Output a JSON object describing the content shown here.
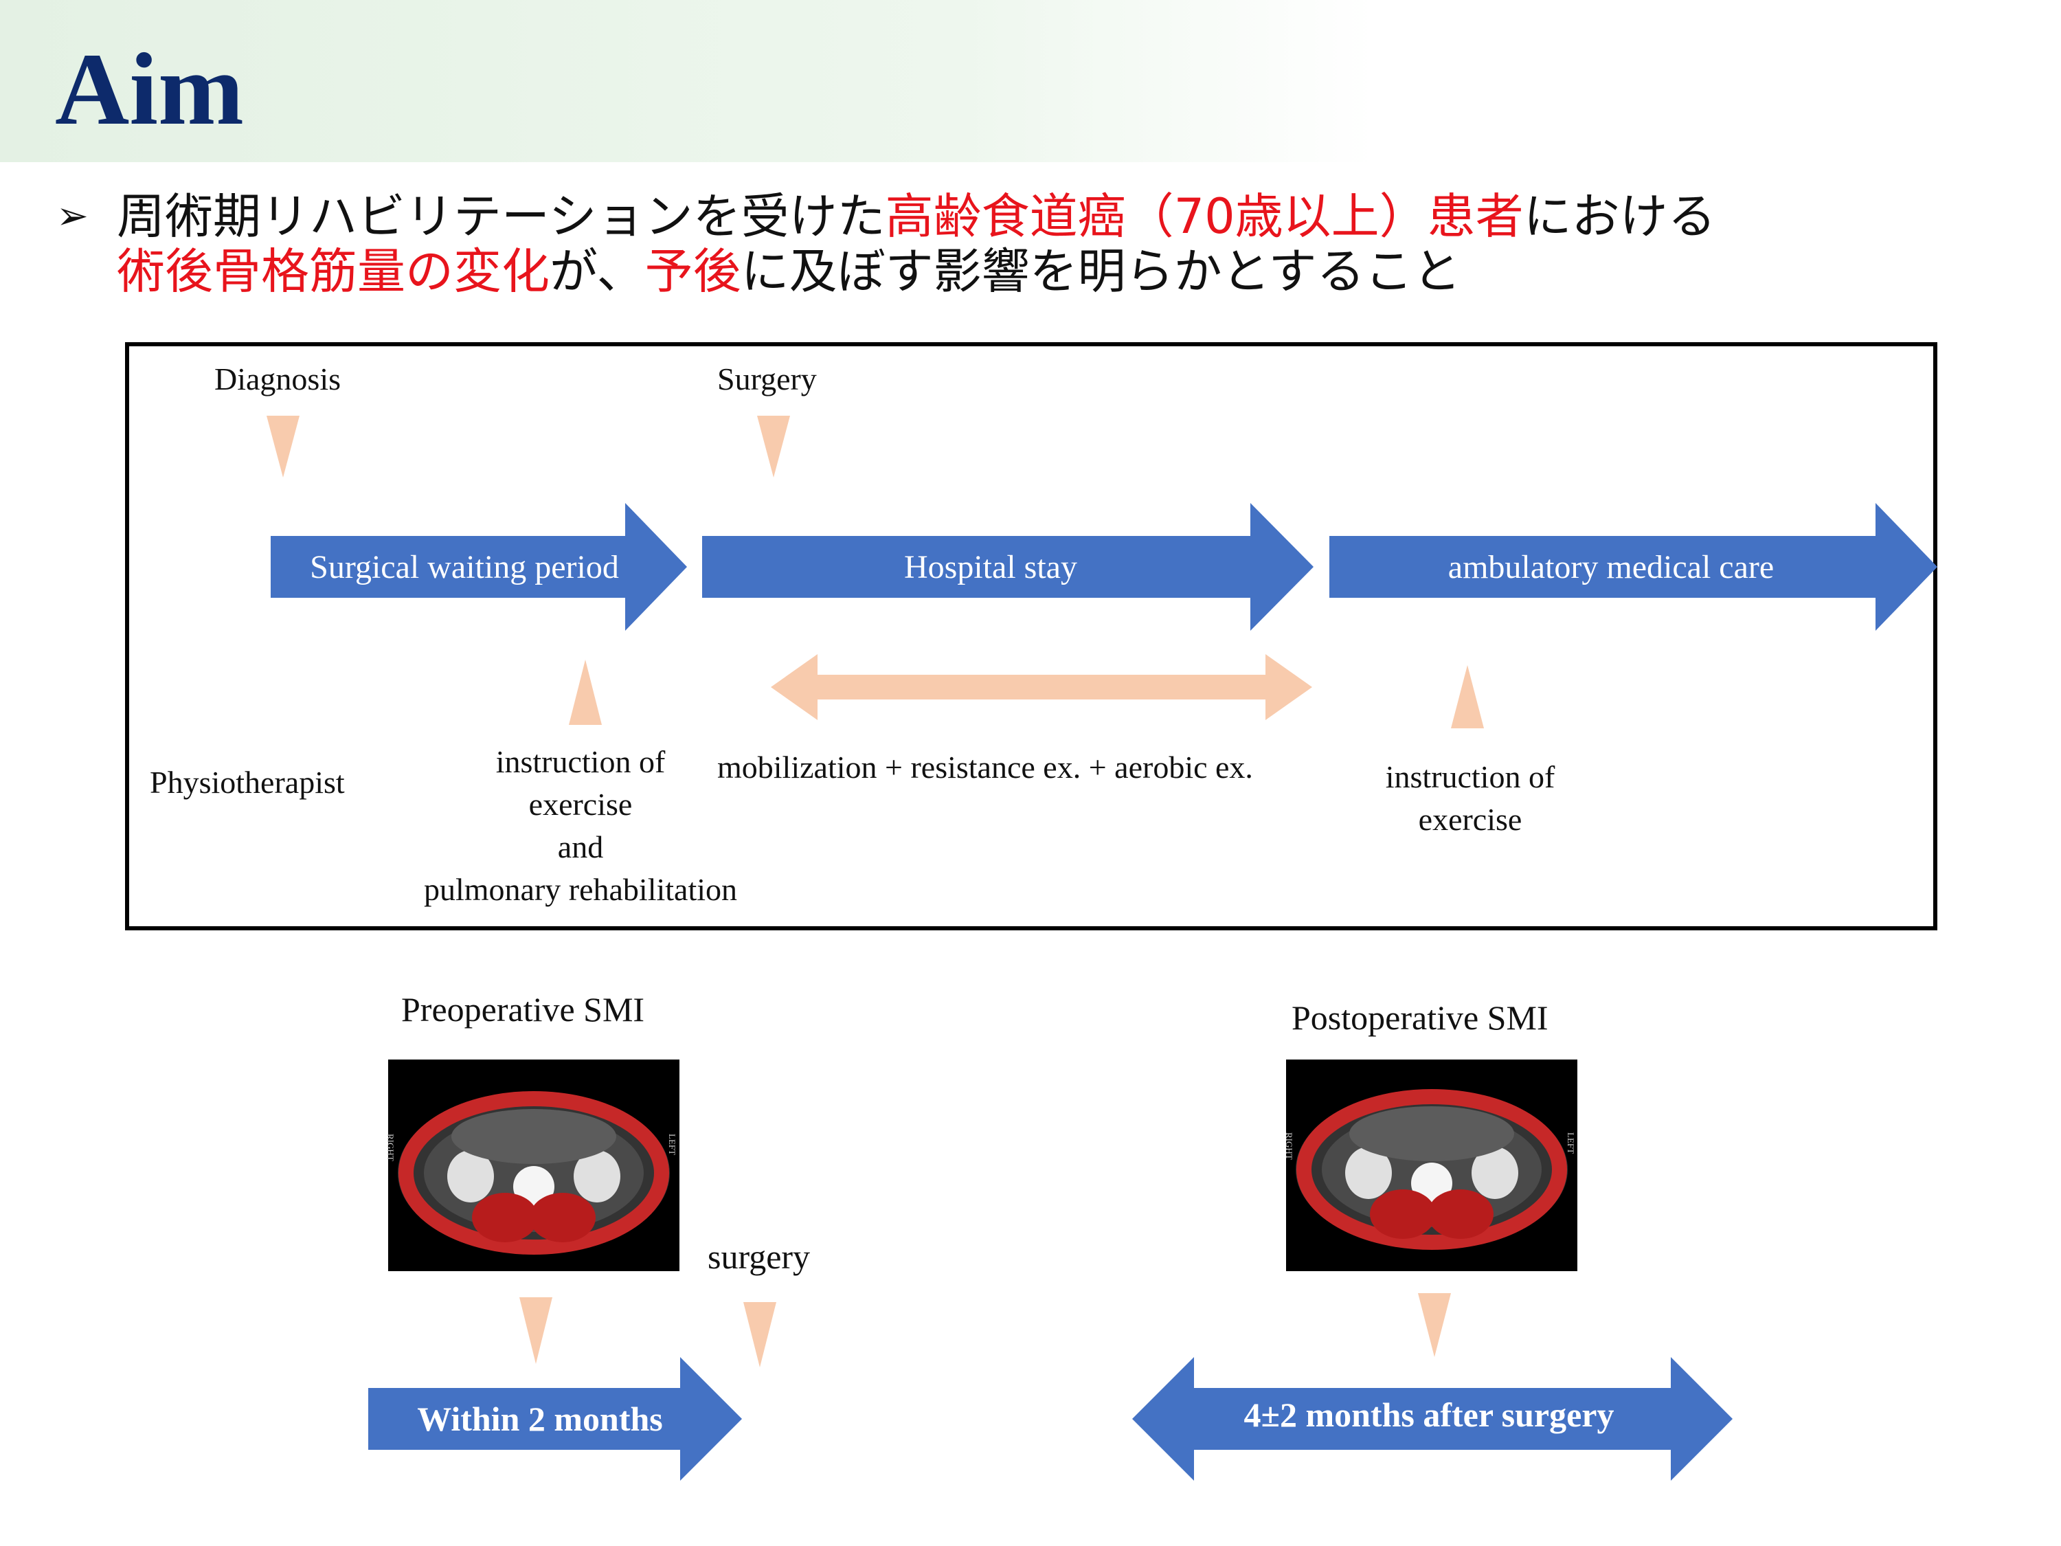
{
  "slide": {
    "title": "Aim",
    "bullet_line1": [
      {
        "text": "周術期リハビリテーションを受けた",
        "highlight": false
      },
      {
        "text": "高齢食道癌（70歳以上）患者",
        "highlight": true
      },
      {
        "text": "における",
        "highlight": false
      }
    ],
    "bullet_line2": [
      {
        "text": "術後骨格筋量の変化",
        "highlight": true
      },
      {
        "text": "が、",
        "highlight": false
      },
      {
        "text": "予後",
        "highlight": true
      },
      {
        "text": "に及ぼす影響を明らかとすること",
        "highlight": false
      }
    ]
  },
  "timeline": {
    "diagnosis_label": "Diagnosis",
    "surgery_label": "Surgery",
    "phases": [
      "Surgical waiting period",
      "Hospital stay",
      "ambulatory medical care"
    ],
    "physiotherapist_label": "Physiotherapist",
    "preop_instruction": [
      "instruction of",
      "exercise",
      "and",
      "pulmonary rehabilitation"
    ],
    "inpatient_program": "mobilization + resistance ex. + aerobic ex.",
    "postop_instruction": [
      "instruction of",
      "exercise"
    ]
  },
  "smi": {
    "pre_title": "Preoperative SMI",
    "post_title": "Postoperative SMI",
    "surgery_label": "surgery",
    "pre_timing": "Within 2 months",
    "post_timing": "4±2 months after surgery",
    "ct_side_left": "RIGHT",
    "ct_side_right": "LEFT"
  },
  "colors": {
    "title": "#0d2a6b",
    "highlight": "#e8141c",
    "arrow_blue": "#4472c4",
    "peach": "#f8cbad"
  }
}
